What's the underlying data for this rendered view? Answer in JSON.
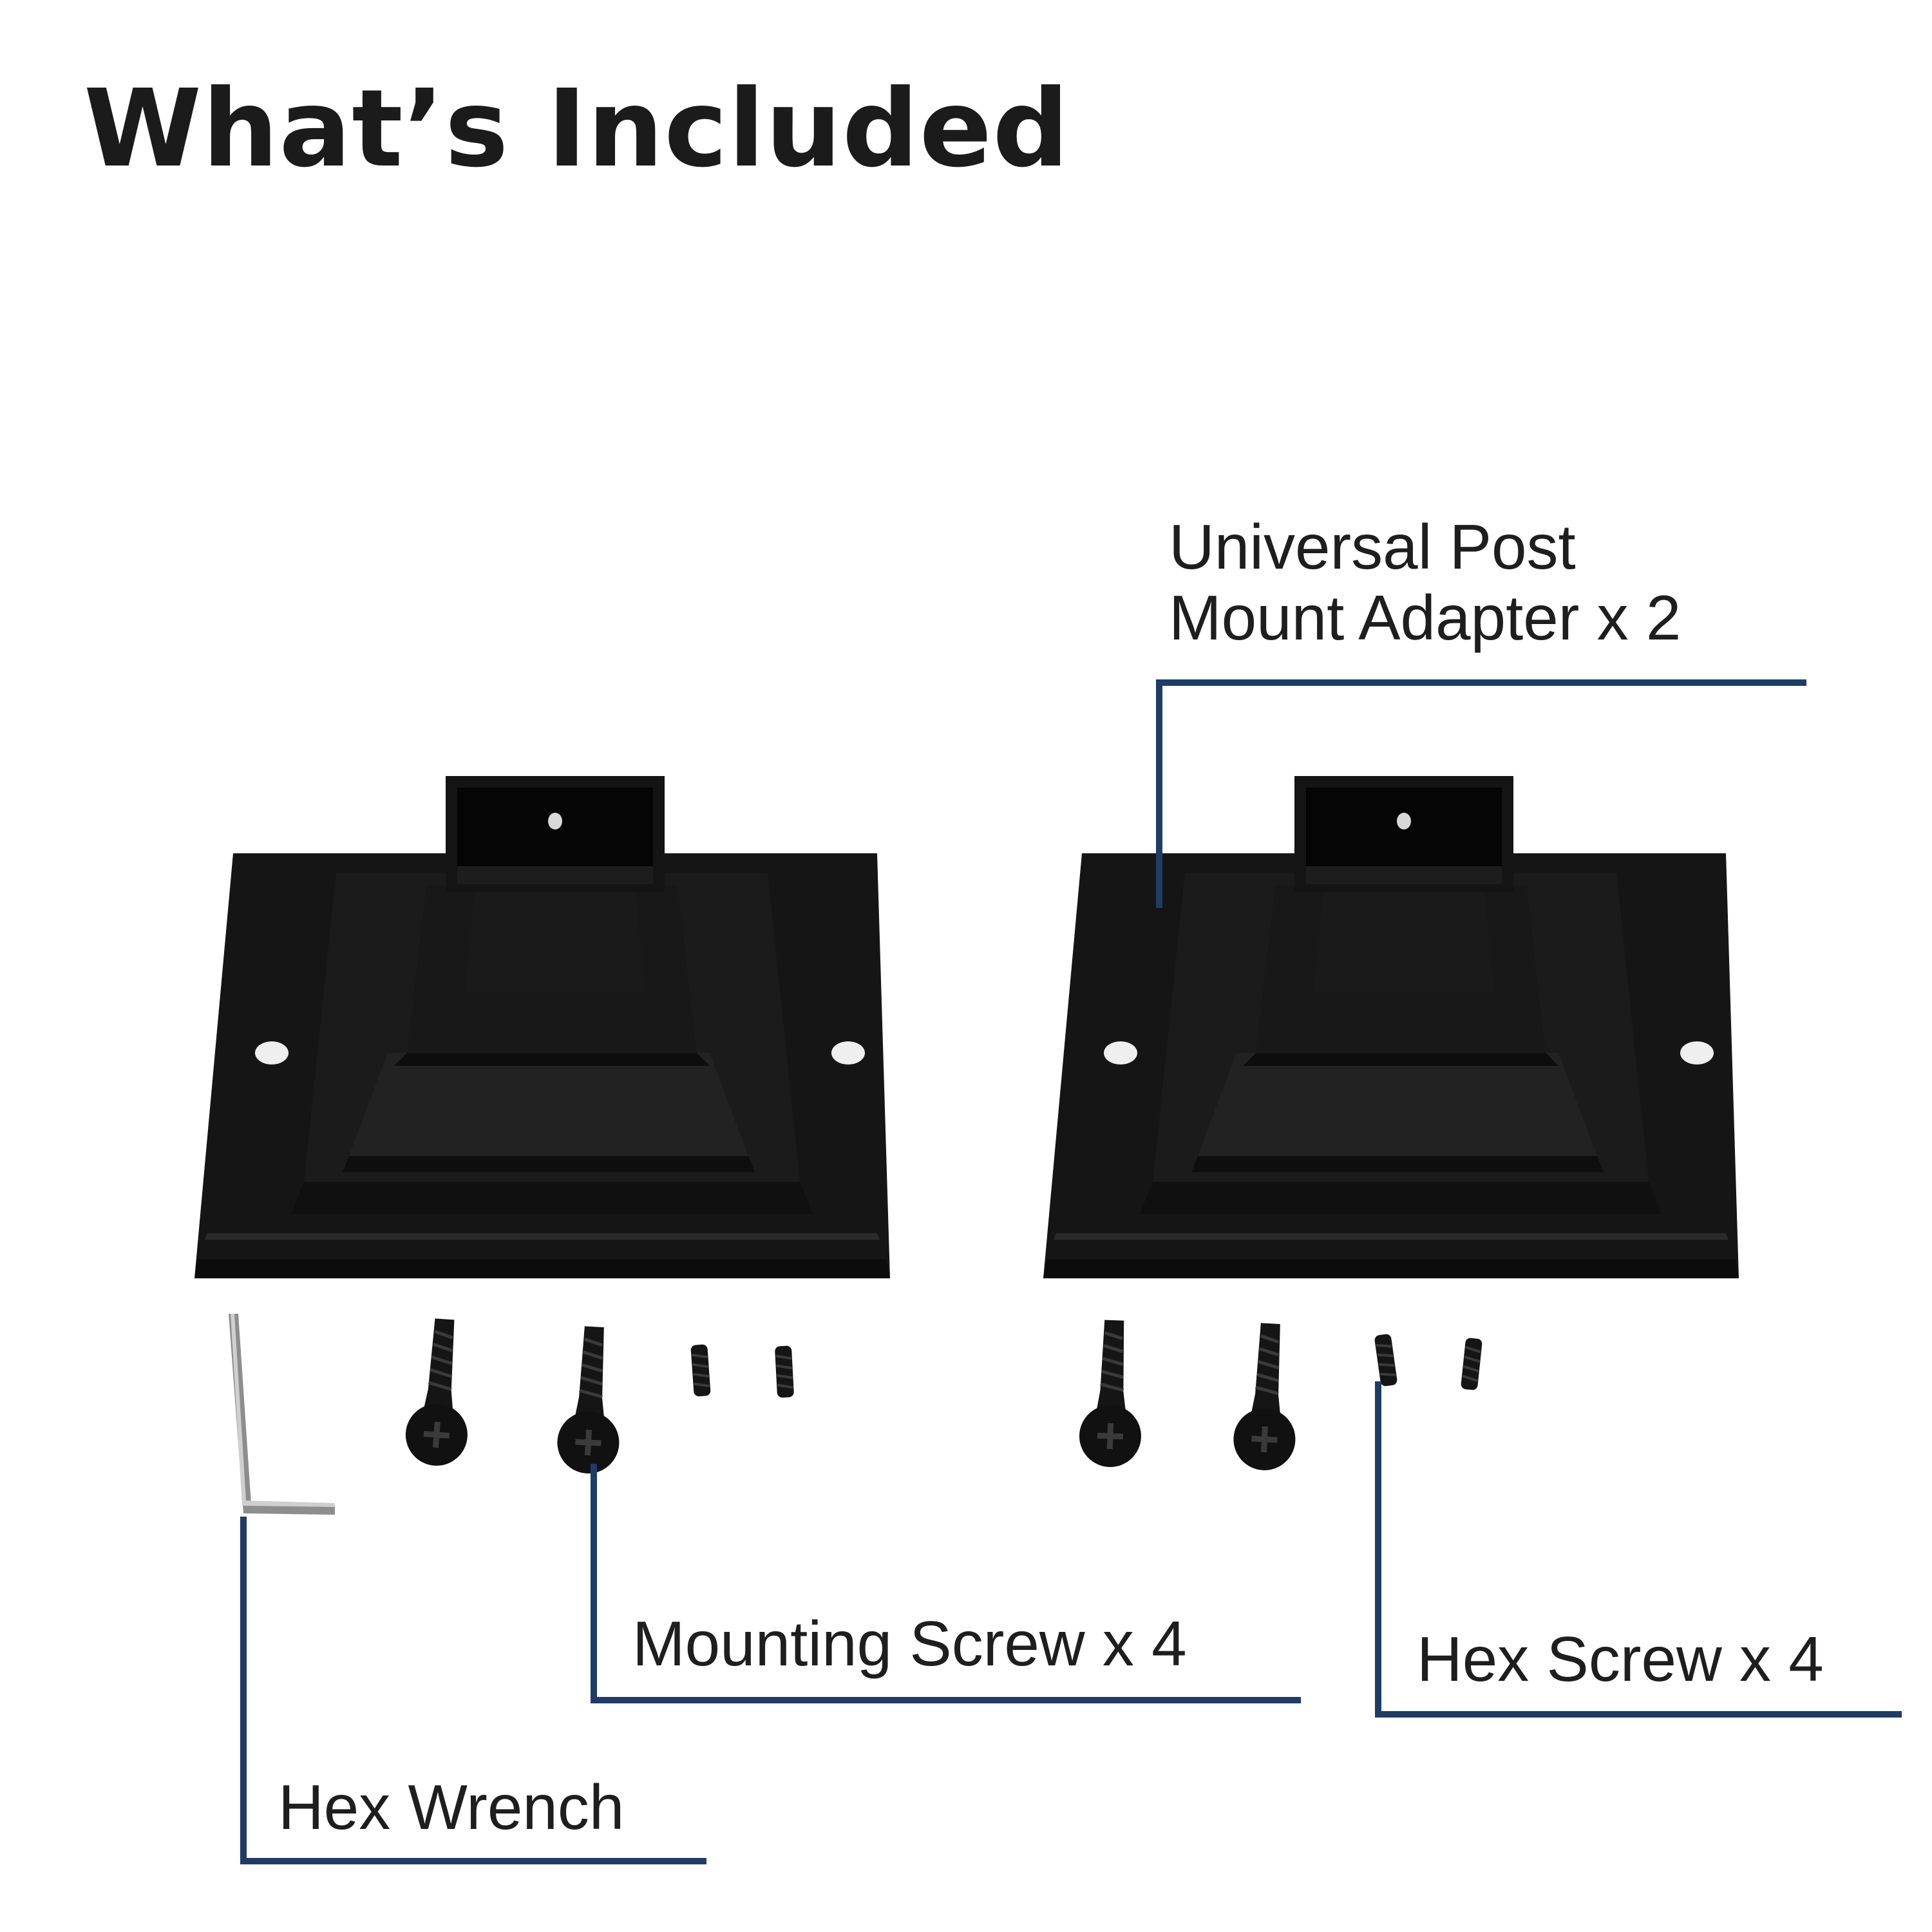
{
  "title": "What’s Included",
  "items": {
    "adapter": {
      "line1": "Universal Post",
      "line2": "Mount Adapter x 2"
    },
    "mounting_screw": "Mounting Screw x 4",
    "hex_screw": "Hex Screw x 4",
    "hex_wrench": "Hex Wrench"
  },
  "colors": {
    "callout_line": "#1f3c66",
    "product": "#141414",
    "wrench": "#9a9a9a"
  }
}
